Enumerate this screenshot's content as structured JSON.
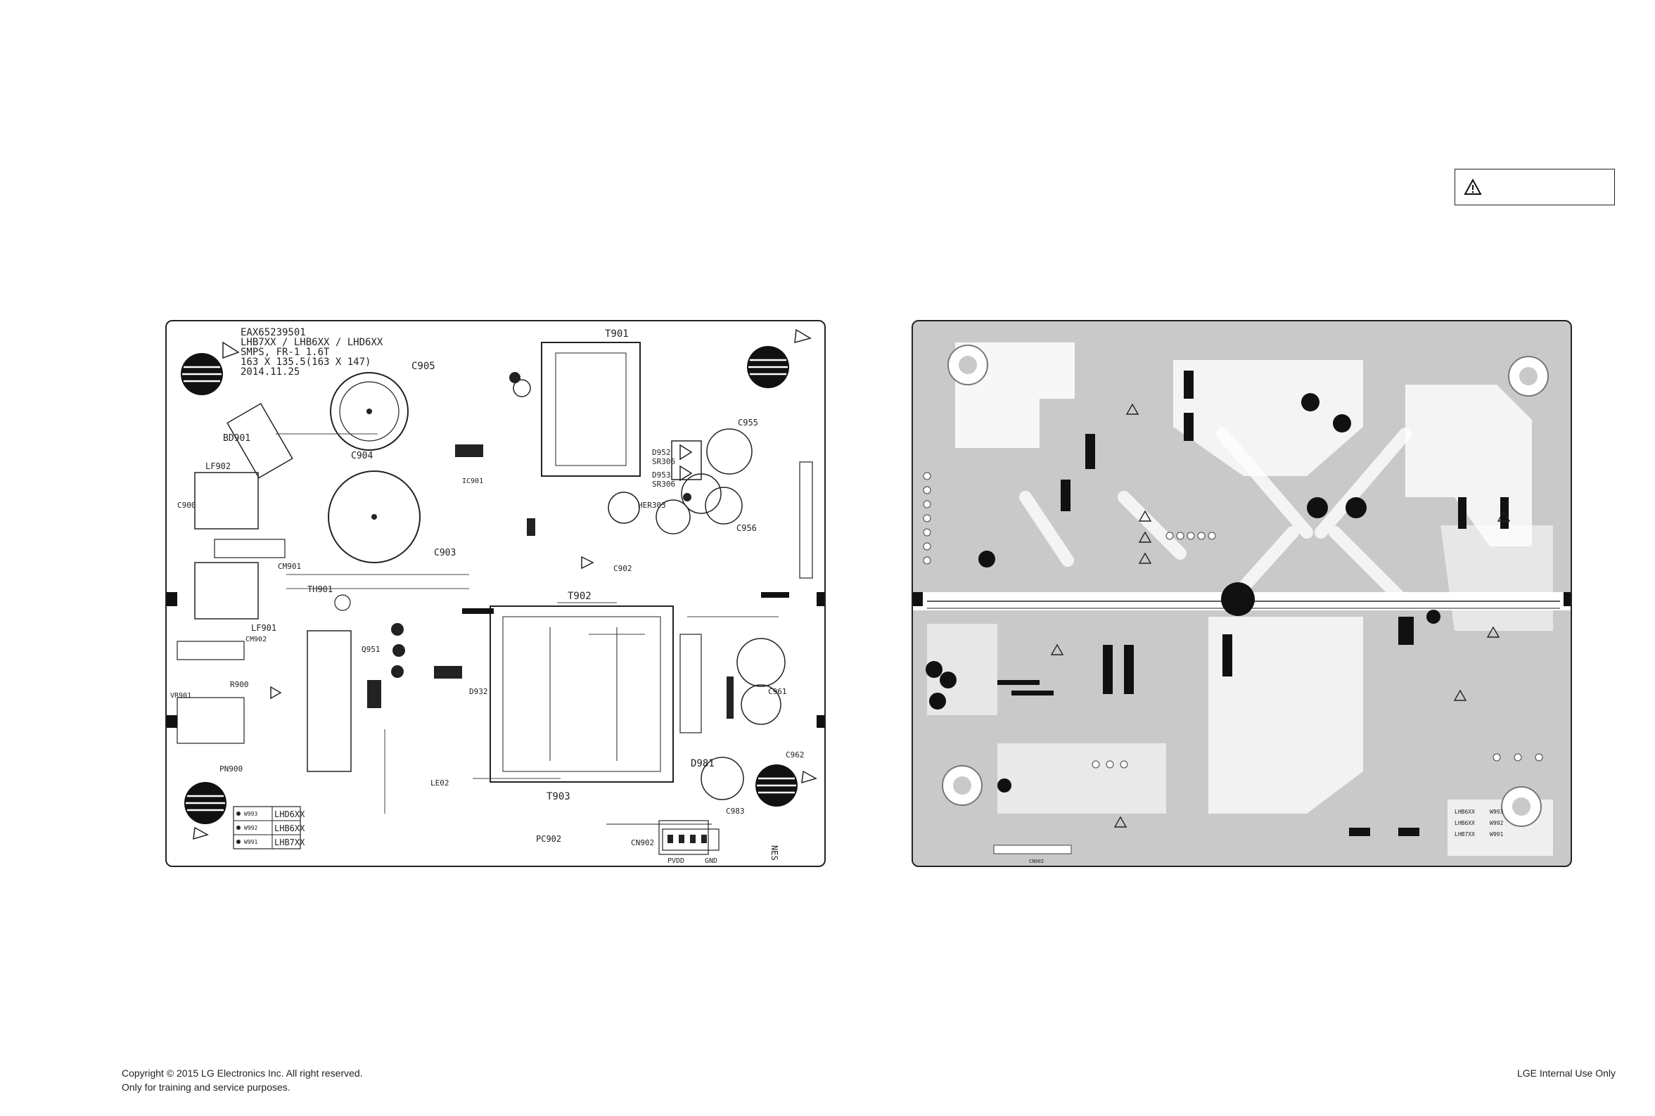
{
  "header": {
    "caution_icon": "warning-triangle-icon"
  },
  "board_left": {
    "silkscreen_block": {
      "part_number": "EAX65239501",
      "models_line": "LHB7XX / LHB6XX / LHD6XX",
      "board_line": "SMPS, FR-1 1.6T",
      "size_line": "163 X 135.5(163 X 147)",
      "date_line": "2014.11.25"
    },
    "labels": [
      "T901",
      "C905",
      "BD901",
      "C904",
      "LF902",
      "C900",
      "CM901",
      "LF901",
      "TH901",
      "C903",
      "CM902",
      "PN900",
      "VR901",
      "R900",
      "Q951",
      "D932",
      "T902",
      "T903",
      "PC902",
      "HER303",
      "D952",
      "SR306",
      "D953",
      "C955",
      "C956",
      "C961",
      "C962",
      "D981",
      "C983",
      "CN902",
      "C902",
      "IC901",
      "LE02"
    ],
    "model_table": [
      {
        "jumper": "W993",
        "model": "LHD6XX"
      },
      {
        "jumper": "W992",
        "model": "LHB6XX"
      },
      {
        "jumper": "W991",
        "model": "LHB7XX"
      }
    ],
    "connector_pins": {
      "left": "PVDD",
      "right": "GND"
    },
    "corner_mark": "NES"
  },
  "board_right": {
    "model_table": [
      {
        "model": "LHB6XX",
        "jumper": "W993"
      },
      {
        "model": "LHB6XX",
        "jumper": "W992"
      },
      {
        "model": "LHB7XX",
        "jumper": "W991"
      }
    ],
    "connector_label": "CN902"
  },
  "footer": {
    "copyright_line1": "Copyright © 2015 LG Electronics Inc. All right reserved.",
    "copyright_line2": "Only for training and service purposes.",
    "internal_use": "LGE Internal Use Only"
  }
}
